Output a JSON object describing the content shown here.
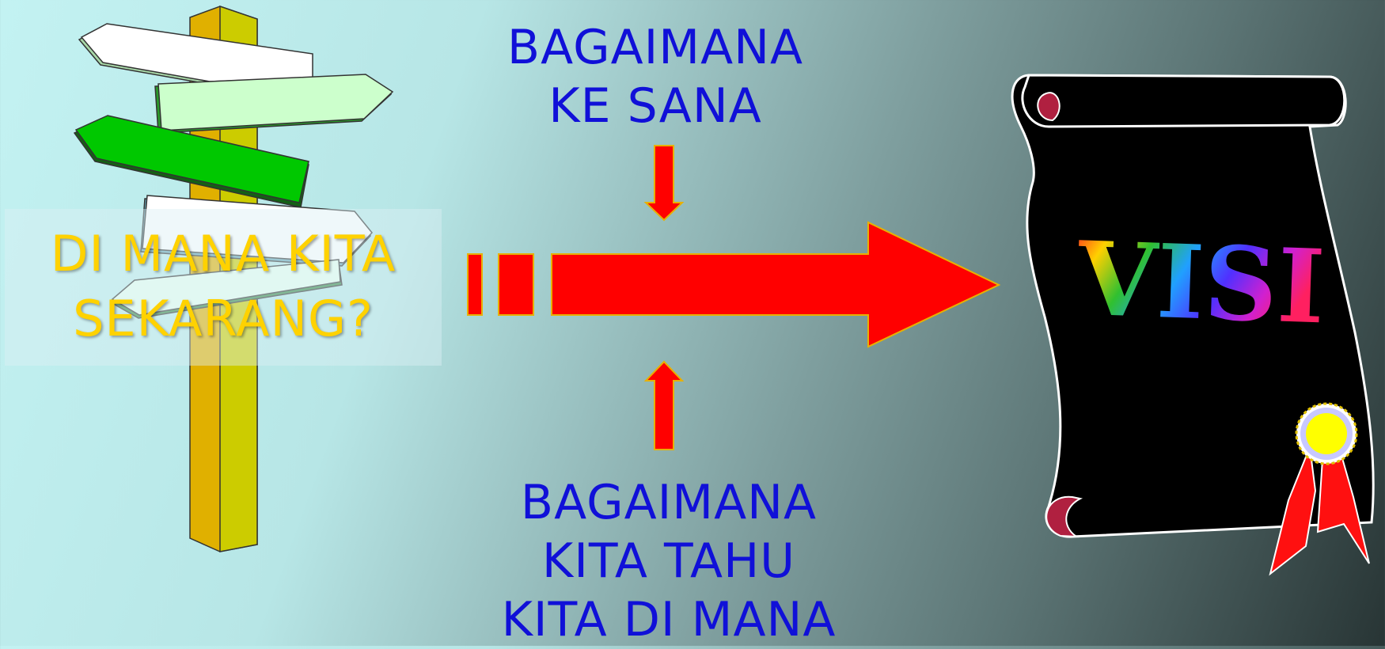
{
  "current_position": {
    "line1": "DI MANA KITA",
    "line2": "SEKARANG?"
  },
  "how_to_get_there": {
    "line1": "BAGAIMANA",
    "line2": "KE SANA"
  },
  "how_we_know": {
    "line1": "BAGAIMANA",
    "line2": "KITA TAHU",
    "line3": "KITA DI MANA"
  },
  "vision": {
    "label": "VISI"
  },
  "colors": {
    "arrow": "#ff0000",
    "arrow_outline": "#e8b000",
    "blue_text": "#1010d8",
    "yellow_text": "#ffd200",
    "scroll": "#000000"
  },
  "icons": [
    "signpost-icon",
    "scroll-icon",
    "ribbon-icon"
  ]
}
